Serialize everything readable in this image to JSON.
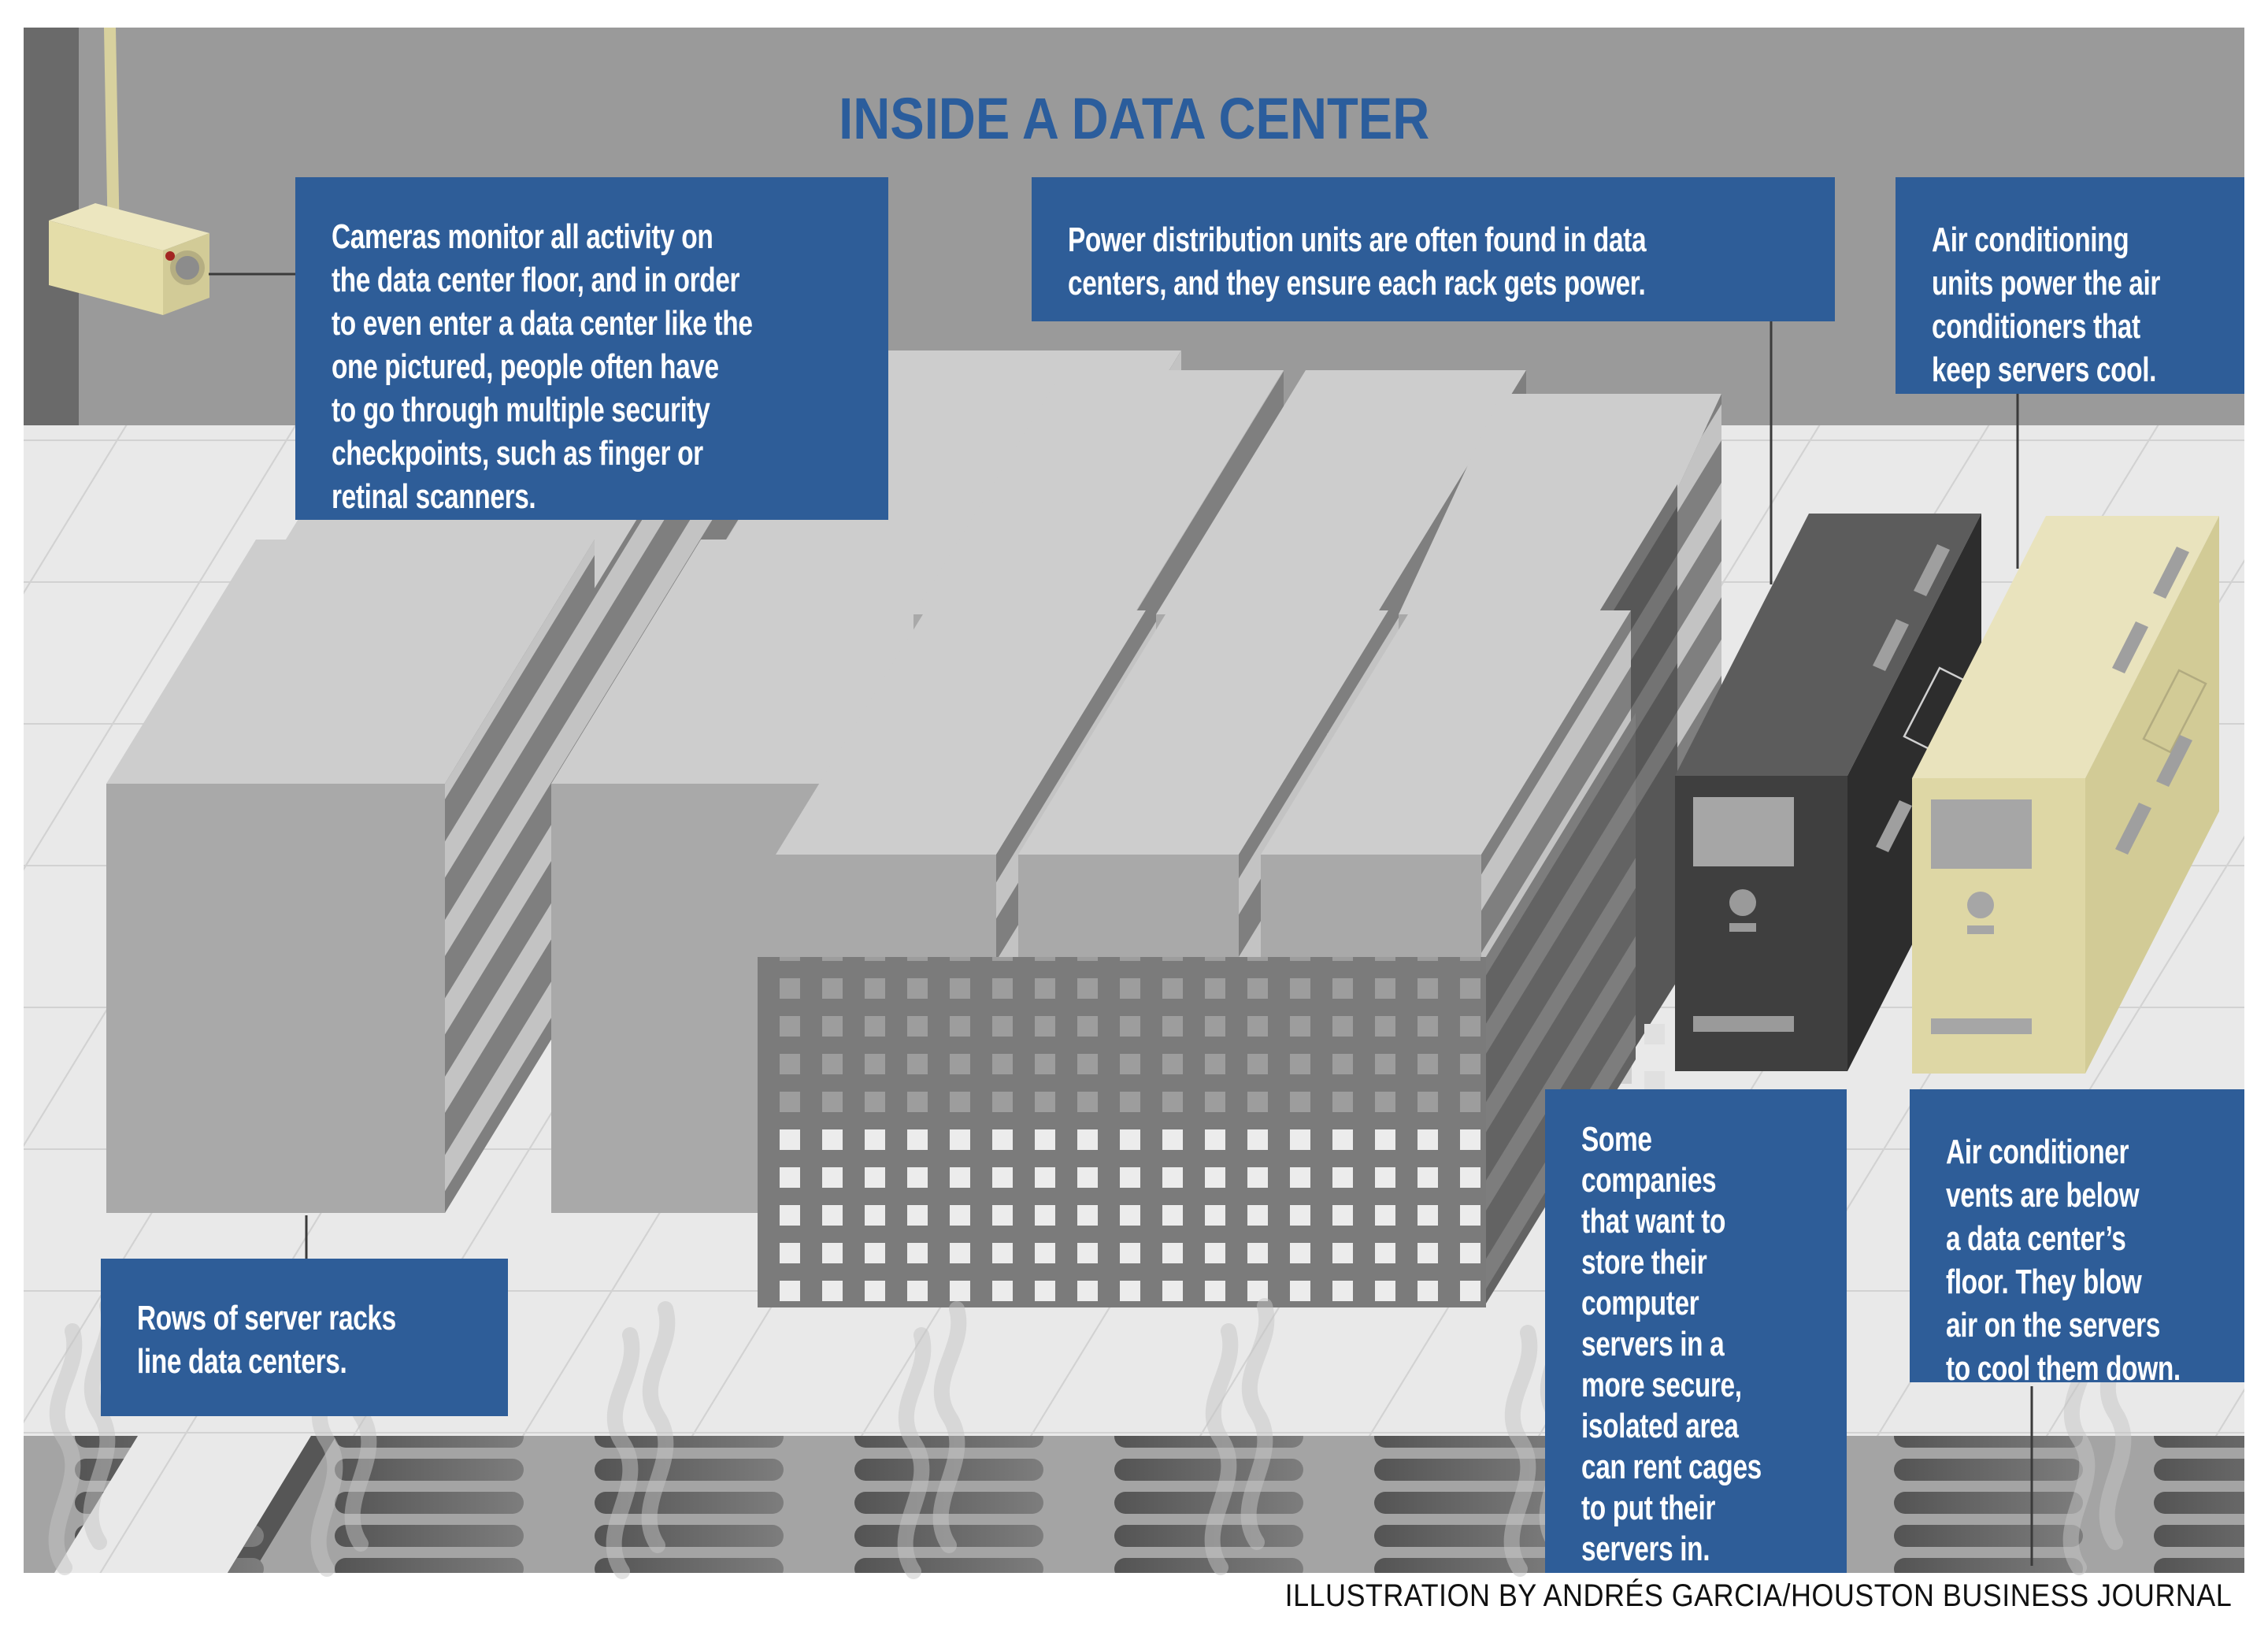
{
  "title": "INSIDE A DATA CENTER",
  "credit": "ILLUSTRATION BY ANDRÉS GARCIA/HOUSTON BUSINESS JOURNAL",
  "callouts": {
    "cameras": {
      "text": "Cameras monitor all activity on\nthe data center floor, and in order\nto even enter a data center like the\none pictured, people often have\nto go through multiple security\ncheckpoints, such as finger or\nretinal scanners."
    },
    "power": {
      "text": "Power distribution units are often found in data\ncenters, and they ensure each rack gets power."
    },
    "ac_units": {
      "text": "Air conditioning\nunits power the air\nconditioners that\nkeep servers cool."
    },
    "rows": {
      "text": "Rows of server racks\nline data centers."
    },
    "cages": {
      "text": "Some\ncompanies\nthat want to\nstore their\ncomputer\nservers in a\nmore secure,\nisolated area\ncan rent cages\nto put their\nservers in."
    },
    "vents": {
      "text": "Air conditioner\nvents are below\na data center’s\nfloor. They blow\nair on the servers\nto cool them down."
    }
  },
  "colors": {
    "accent_blue": "#2e5d98",
    "title_blue": "#2b5d9c",
    "wall_gray": "#9a9a9a",
    "wall_edge_dark": "#6a6a6a",
    "floor_gray": "#e9e9e9",
    "tile_line": "#d2d2d2",
    "rack_top": "#cdcdcd",
    "rack_front": "#a9a9a9",
    "rack_side": "#7f7f7f",
    "rack_slat": "#c3c3c3",
    "cage_mesh": "#7b7b7b",
    "cage_wall": "#575757",
    "pdu_dark": "#3f3f3f",
    "ac_beige": "#ded7a5",
    "camera_beige": "#e4dda9",
    "vent_band": "#a4a4a4",
    "steam": "#c4c4c4",
    "text_white": "#ffffff",
    "credit_black": "#111111"
  },
  "scene": {
    "objects": [
      {
        "name": "security-camera"
      },
      {
        "name": "server-rack-row-left",
        "racks": 4
      },
      {
        "name": "security-cage",
        "racks": 6
      },
      {
        "name": "power-distribution-unit"
      },
      {
        "name": "air-conditioning-unit"
      },
      {
        "name": "floor-vents"
      },
      {
        "name": "cold-air-steam"
      }
    ]
  }
}
